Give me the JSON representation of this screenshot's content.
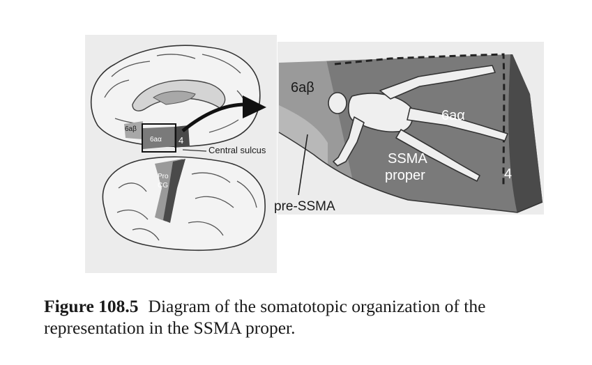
{
  "labels": {
    "sixabeta_small": "6aβ",
    "sixaalpha_small": "6aα",
    "four_small": "4",
    "central_sulcus": "Central sulcus",
    "pro_cg_line1": "Pro",
    "pro_cg_line2": "CG",
    "sixabeta_large": "6aβ",
    "sixaalpha_large": "6aα",
    "ssma_line1": "SSMA",
    "ssma_line2": "proper",
    "four_large": "4",
    "pre_ssma": "pre-SSMA"
  },
  "caption": {
    "figure_label": "Figure 108.5",
    "text": "Diagram of the somatotopic organization of the representation in the SSMA proper."
  },
  "colors": {
    "background": "#ffffff",
    "panel_grey": "#ececec",
    "region_6ab": "#9a9a9a",
    "region_6aa": "#7a7a7a",
    "region_4": "#4a4a4a",
    "text_dark": "#1a1a1a"
  }
}
